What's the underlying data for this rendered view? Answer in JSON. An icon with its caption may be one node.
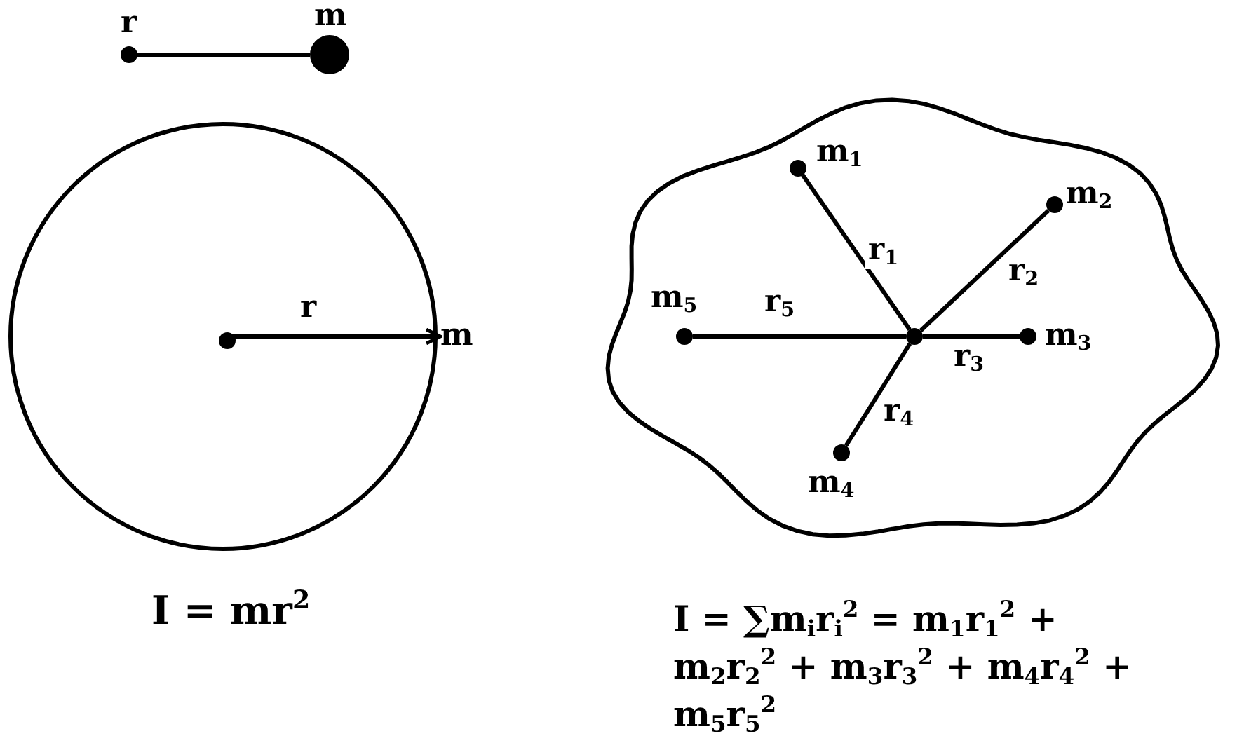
{
  "diagram": {
    "nodes": [
      {
        "text": [],
        "shape": "circle",
        "beside": [
          "r"
        ]
      },
      {
        "text": [],
        "shape": "circle",
        "beside": [
          "m"
        ]
      },
      {
        "text": [],
        "shape": "circle"
      },
      {
        "text": [],
        "shape": "circle",
        "in": 2
      },
      {
        "text": [],
        "shape": "cloud"
      },
      {
        "text": [],
        "shape": "circle",
        "in": 4
      },
      {
        "text": [],
        "shape": "circle",
        "in": 4,
        "beside": [
          "m$_{1}$"
        ]
      },
      {
        "text": [],
        "shape": "circle",
        "in": 4,
        "beside": [
          "m$_{2}$"
        ]
      },
      {
        "text": [],
        "shape": "circle",
        "in": 4,
        "beside": [
          "m$_{3}$"
        ]
      },
      {
        "text": [],
        "shape": "circle",
        "in": 4,
        "beside": [
          "m$_{4}$"
        ]
      },
      {
        "text": [],
        "shape": "circle",
        "in": 4,
        "beside": [
          "m$_{5}$"
        ]
      },
      {
        "text": [
          "m"
        ]
      }
    ],
    "edges": [
      {
        "from": 0,
        "to": 1,
        "arrow": "none"
      },
      {
        "from": 3,
        "to": 11,
        "arrow": "to",
        "label": "r"
      },
      {
        "from": 5,
        "to": 6,
        "arrow": "none",
        "label": "r$_{1}$"
      },
      {
        "from": 5,
        "to": 7,
        "arrow": "none",
        "label": "r$_{2}$"
      },
      {
        "from": 5,
        "to": 8,
        "arrow": "none",
        "label": "r$_{3}$"
      },
      {
        "from": 5,
        "to": 9,
        "arrow": "none",
        "label": "r$_{4}$"
      },
      {
        "from": 5,
        "to": 10,
        "arrow": "none",
        "label": "r$_{5}$"
      }
    ],
    "labels": [
      "I = mr$^{2}$",
      "I = ∑m$_{i}$r$_{i}$$^{2}$ = m$_{1}$r$_{1}$$^{2}$ + m$_{2}$r$_{2}$$^{2}$ + m$_{3}$r$_{3}$$^{2}$ + m$_{4}$r$_{4}$$^{2}$ + m$_{5}$r$_{5}$$^{2}$"
    ]
  }
}
